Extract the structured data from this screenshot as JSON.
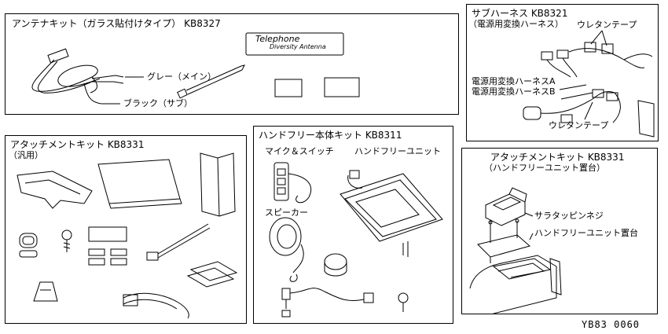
{
  "panels": {
    "antenna": {
      "title": "アンテナキット（ガラス貼付けタイプ） KB8327",
      "label_gray": "グレー（メイン）",
      "label_black": "ブラック（サブ）",
      "sticker_line1": "Telephone",
      "sticker_line2": "Diversity Antenna"
    },
    "sub_harness": {
      "title": "サブハーネス KB8321",
      "subtitle": "（電源用変換ハーネス）",
      "label_tape_top": "ウレタンテープ",
      "label_harness_a": "電源用変換ハーネスA",
      "label_harness_b": "電源用変換ハーネスB",
      "label_tape_bottom": "ウレタンテープ"
    },
    "attach_general": {
      "title": "アタッチメントキット KB8331",
      "subtitle": "（汎用）"
    },
    "handsfree": {
      "title": "ハンドフリー本体キット KB8311",
      "label_mic": "マイク＆スイッチ",
      "label_unit": "ハンドフリーユニット",
      "label_speaker": "スピーカー"
    },
    "attach_stand": {
      "title": "アタッチメントキット KB8331",
      "subtitle": "（ハンドフリーユニット置台）",
      "label_screw": "サラタッピンネジ",
      "label_stand": "ハンドフリーユニット置台"
    }
  },
  "reference_code": "YB83 0060"
}
